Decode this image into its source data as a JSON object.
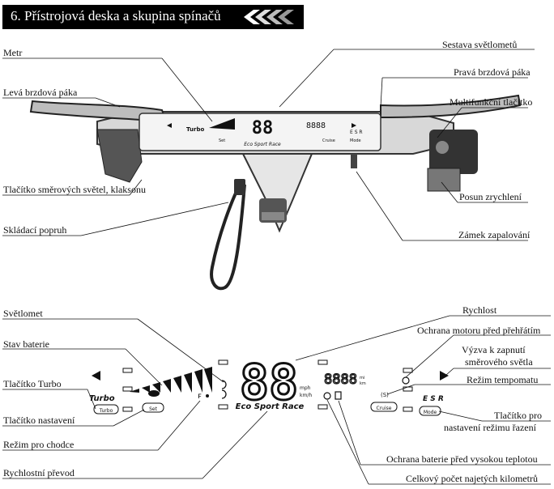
{
  "header": {
    "title": "6. Přístrojová deska a skupina spínačů"
  },
  "top_labels": {
    "metr": "Metr",
    "sestava_svetlometu": "Sestava světlometů",
    "prava_brzdova_paka": "Pravá brzdová páka",
    "leva_brzdova_paka": "Levá brzdová páka",
    "multifunkcni_tlacitko": "Multifunkční tlačítko",
    "tlacitko_smerovych": "Tlačítko směrových světel, klaksonu",
    "posun_zrychleni": "Posun zrychlení",
    "skladaci_popruh": "Skládací popruh",
    "zamek_zapalovani": "Zámek zapalování"
  },
  "handlebar_display": {
    "speed": "88",
    "odo": "8888",
    "mode_label": "Eco Sport Race",
    "turbo": "Turbo",
    "set": "Set",
    "cruise": "Cruise",
    "mode": "Mode",
    "esr": "E S R"
  },
  "bottom_labels": {
    "svetlomet": "Světlomet",
    "rychlost": "Rychlost",
    "ochrana_motoru": "Ochrana motoru před přehřátím",
    "stav_baterie": "Stav baterie",
    "vyzva_line1": "Výzva k zapnutí",
    "vyzva_line2": "směrového světla",
    "tlacitko_turbo": "Tlačítko Turbo",
    "rezim_tempomatu": "Režim tempomatu",
    "tlacitko_nastaveni": "Tlačítko nastavení",
    "tlacitko_pro_line1": "Tlačítko pro",
    "tlacitko_pro_line2": "nastavení režimu řazení",
    "rezim_pro_chodce": "Režim pro chodce",
    "ochrana_baterie": "Ochrana baterie před vysokou teplotou",
    "rychlostni_prevod": "Rychlostní převod",
    "celkovy_pocet": "Celkový počet najetých kilometrů"
  },
  "display": {
    "speed": "88",
    "speed_unit1": "mph",
    "speed_unit2": "km/h",
    "odo": "8888",
    "odo_unit1": "mi",
    "odo_unit2": "km",
    "modes": "Eco Sport Race",
    "turbo_text": "Turbo",
    "turbo_btn": "Turbo",
    "set_btn": "Set",
    "cruise_btn": "Cruise",
    "mode_btn": "Mode",
    "esr": "E S R"
  }
}
